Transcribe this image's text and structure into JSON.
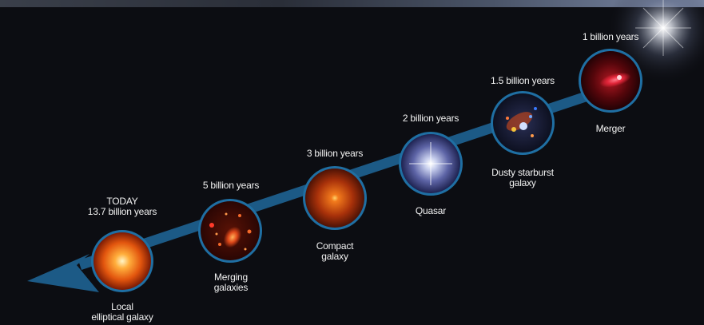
{
  "stages": [
    {
      "id": "local-elliptical",
      "time_lines": [
        "TODAY",
        "13.7 billion years"
      ],
      "name_lines": [
        "Local",
        "elliptical galaxy"
      ]
    },
    {
      "id": "merging",
      "time_lines": [
        "5 billion years"
      ],
      "name_lines": [
        "Merging",
        "galaxies"
      ]
    },
    {
      "id": "compact",
      "time_lines": [
        "3 billion years"
      ],
      "name_lines": [
        "Compact",
        "galaxy"
      ]
    },
    {
      "id": "quasar",
      "time_lines": [
        "2 billion years"
      ],
      "name_lines": [
        "Quasar"
      ]
    },
    {
      "id": "dusty-starburst",
      "time_lines": [
        "1.5 billion years"
      ],
      "name_lines": [
        "Dusty starburst",
        "galaxy"
      ]
    },
    {
      "id": "merger",
      "time_lines": [
        "1 billion years"
      ],
      "name_lines": [
        "Merger"
      ]
    }
  ],
  "colors": {
    "background": "#0c0d12",
    "arrow": "#1c5a86",
    "ring": "#1f6fa3"
  }
}
